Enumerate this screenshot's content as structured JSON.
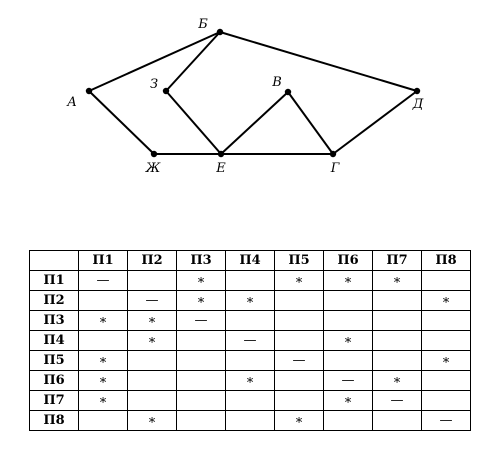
{
  "graph": {
    "nodes": [
      {
        "id": "A",
        "label": "А"
      },
      {
        "id": "B",
        "label": "Б"
      },
      {
        "id": "Z",
        "label": "З"
      },
      {
        "id": "V",
        "label": "В"
      },
      {
        "id": "D",
        "label": "Д"
      },
      {
        "id": "Zh",
        "label": "Ж"
      },
      {
        "id": "E",
        "label": "Е"
      },
      {
        "id": "G",
        "label": "Г"
      }
    ],
    "edges": [
      [
        "A",
        "B"
      ],
      [
        "B",
        "D"
      ],
      [
        "B",
        "Z"
      ],
      [
        "Z",
        "E"
      ],
      [
        "A",
        "Zh"
      ],
      [
        "Zh",
        "E"
      ],
      [
        "E",
        "G"
      ],
      [
        "E",
        "V"
      ],
      [
        "V",
        "G"
      ],
      [
        "G",
        "D"
      ]
    ]
  },
  "table": {
    "headers": [
      "",
      "П1",
      "П2",
      "П3",
      "П4",
      "П5",
      "П6",
      "П7",
      "П8"
    ],
    "rows": [
      {
        "label": "П1",
        "cells": [
          "—",
          "",
          "∗",
          "",
          "∗",
          "∗",
          "∗",
          ""
        ]
      },
      {
        "label": "П2",
        "cells": [
          "",
          "—",
          "∗",
          "∗",
          "",
          "",
          "",
          "∗"
        ]
      },
      {
        "label": "П3",
        "cells": [
          "∗",
          "∗",
          "—",
          "",
          "",
          "",
          "",
          ""
        ]
      },
      {
        "label": "П4",
        "cells": [
          "",
          "∗",
          "",
          "—",
          "",
          "∗",
          "",
          ""
        ]
      },
      {
        "label": "П5",
        "cells": [
          "∗",
          "",
          "",
          "",
          "—",
          "",
          "",
          "∗"
        ]
      },
      {
        "label": "П6",
        "cells": [
          "∗",
          "",
          "",
          "∗",
          "",
          "—",
          "∗",
          ""
        ]
      },
      {
        "label": "П7",
        "cells": [
          "∗",
          "",
          "",
          "",
          "",
          "∗",
          "—",
          ""
        ]
      },
      {
        "label": "П8",
        "cells": [
          "",
          "∗",
          "",
          "",
          "∗",
          "",
          "",
          "—"
        ]
      }
    ]
  }
}
